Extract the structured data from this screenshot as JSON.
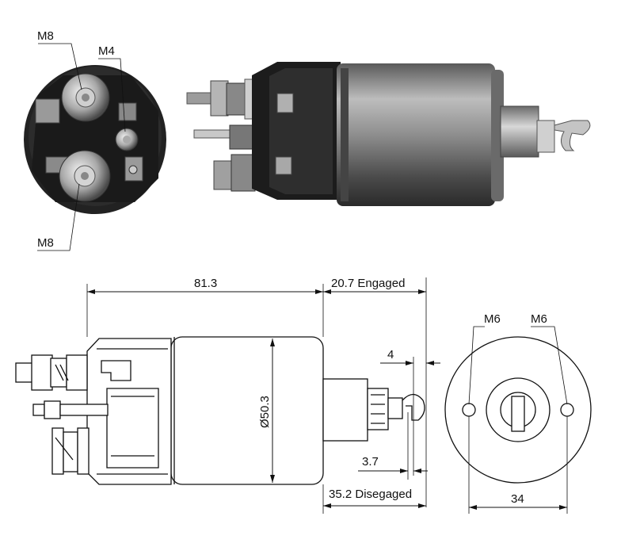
{
  "photo_labels": {
    "top_left_terminal": "M8",
    "small_terminal": "M4",
    "bottom_terminal": "M8"
  },
  "dimensions": {
    "overall_length": "81.3",
    "engaged_stroke": "20.7 Engaged",
    "plunger_gap": "4",
    "diameter": "Ø50.3",
    "hook_offset": "3.7",
    "disengaged_stroke": "35.2 Disegaged",
    "mount_left_thread": "M6",
    "mount_right_thread": "M6",
    "mount_spacing": "34"
  },
  "colors": {
    "ink": "#111111",
    "metal_dark": "#3a3a3a",
    "metal_mid": "#8c8c8c",
    "metal_light": "#d6d6d6",
    "plastic_black": "#1c1c1c"
  }
}
